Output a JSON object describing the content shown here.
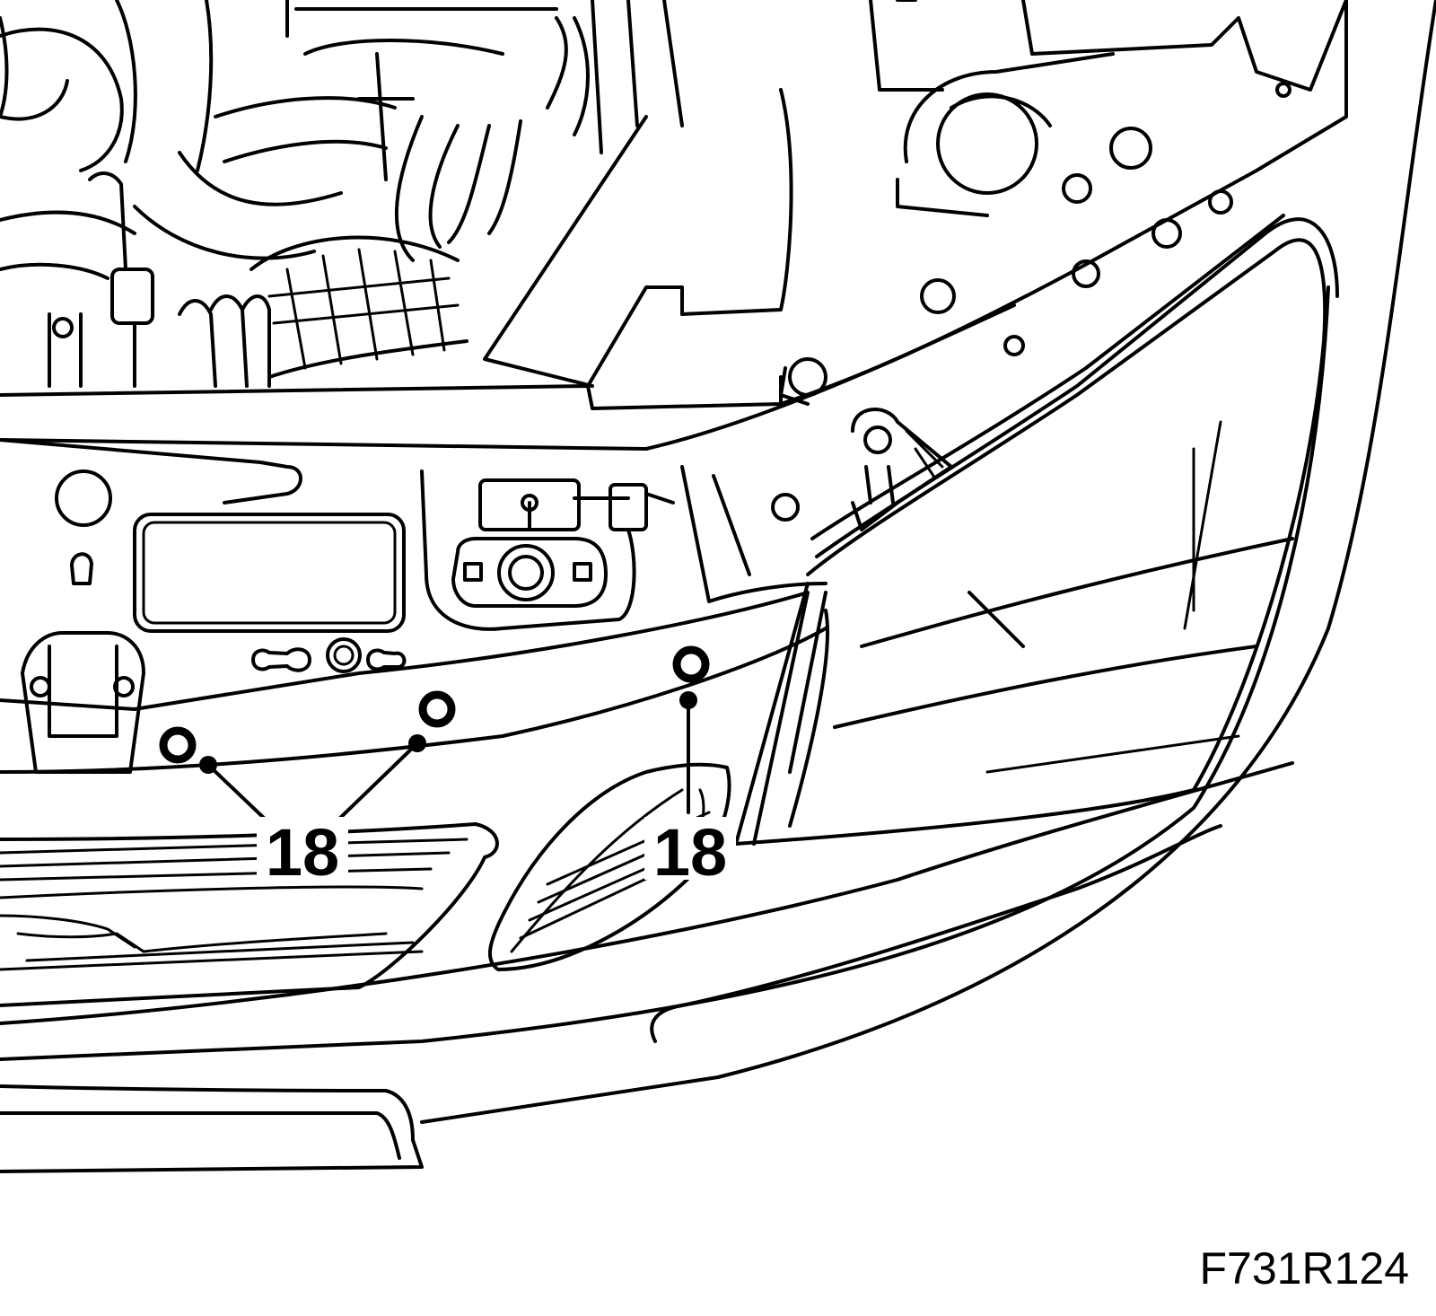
{
  "diagram": {
    "callouts": [
      {
        "id": "left",
        "label": "18"
      },
      {
        "id": "right",
        "label": "18"
      }
    ],
    "figure_id": "F731R124",
    "colors": {
      "line": "#000000",
      "background": "#ffffff"
    }
  }
}
